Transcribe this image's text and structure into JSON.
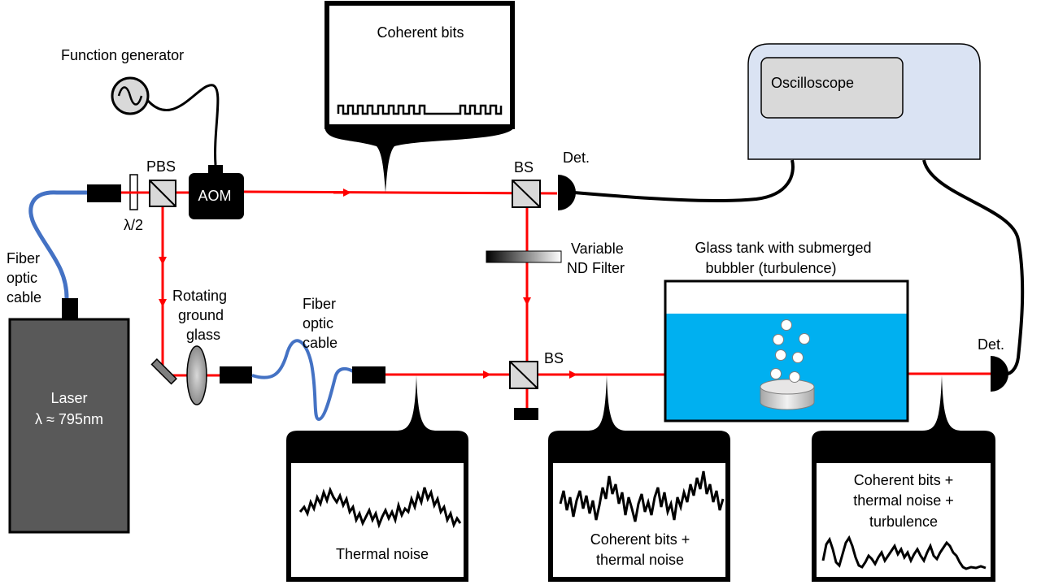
{
  "labels": {
    "function_generator": "Function generator",
    "coherent_bits": "Coherent bits",
    "oscilloscope": "Oscilloscope",
    "pbs": "PBS",
    "aom": "AOM",
    "bs_top": "BS",
    "det_top": "Det.",
    "half_wave": "λ/2",
    "fiber_left": [
      "Fiber",
      "optic",
      "cable"
    ],
    "rotating_glass": [
      "Rotating",
      "ground",
      "glass"
    ],
    "fiber_mid": [
      "Fiber",
      "optic",
      "cable"
    ],
    "nd_filter": [
      "Variable",
      "ND Filter"
    ],
    "tank": [
      "Glass tank with submerged",
      "bubbler (turbulence)"
    ],
    "bs_bottom": "BS",
    "det_right": "Det.",
    "laser": [
      "Laser",
      "λ ≈ 795nm"
    ],
    "thermal_noise": "Thermal noise",
    "coherent_thermal": [
      "Coherent bits +",
      "thermal noise"
    ],
    "coherent_thermal_turb": [
      "Coherent bits +",
      "thermal noise +",
      "turbulence"
    ]
  },
  "colors": {
    "beam": "#ff0000",
    "fiber": "#4472c4",
    "water": "#00b0f0",
    "oscilloscope_body": "#dae3f3",
    "oscilloscope_screen": "#d9d9d9",
    "laser_body": "#595959"
  }
}
